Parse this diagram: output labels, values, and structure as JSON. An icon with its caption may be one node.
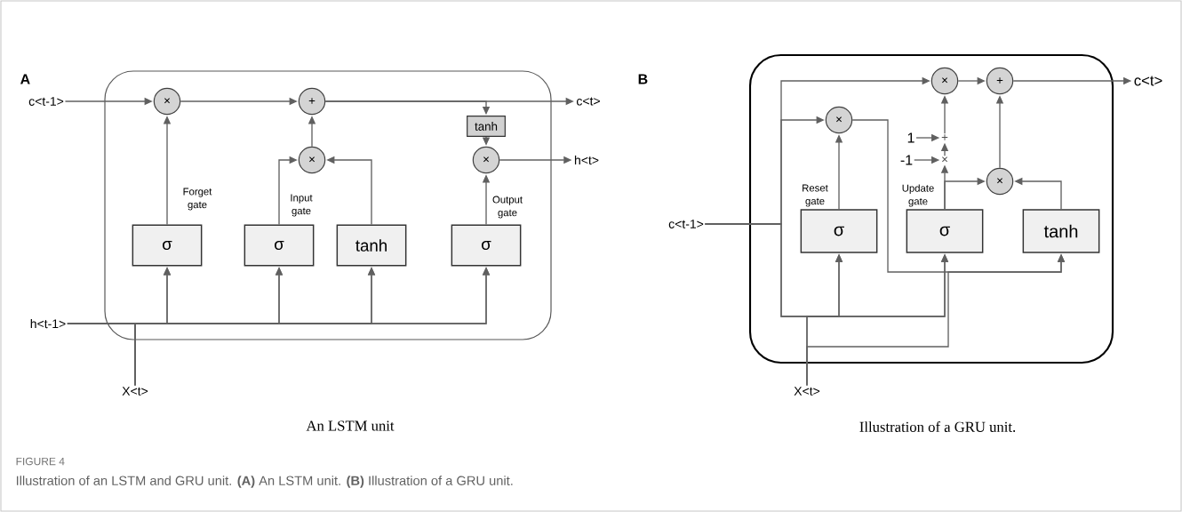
{
  "diagram": {
    "caption": "Illustration of an LSTM and GRU unit. **(A)** An LSTM unit. **(B)** Illustration of a GRU unit.",
    "nodes": [
      {
        "text": [],
        "shape": "box"
      },
      {
        "text": [
          "c<t-1>"
        ]
      },
      {
        "text": [
          "×"
        ],
        "in": 0
      },
      {
        "text": [
          "+"
        ],
        "in": 0
      },
      {
        "text": [
          "tanh"
        ],
        "in": 0
      },
      {
        "text": [
          "×"
        ],
        "in": 0
      },
      {
        "text": [
          "×"
        ],
        "in": 0
      },
      {
        "text": [
          "σ"
        ],
        "beside": [
          "Forget gate"
        ],
        "in": 0
      },
      {
        "text": [
          "σ"
        ],
        "beside": [
          "Input gate"
        ],
        "in": 0
      },
      {
        "text": [
          "tanh"
        ],
        "in": 0
      },
      {
        "text": [
          "σ"
        ],
        "beside": [
          "Output gate"
        ],
        "in": 0
      },
      {
        "text": [
          "h<t-1>"
        ]
      },
      {
        "text": [
          "X<t>"
        ]
      },
      {
        "text": [
          "c<t>"
        ]
      },
      {
        "text": [
          "h<t>"
        ]
      },
      {
        "text": [],
        "shape": "box"
      },
      {
        "text": [
          "×"
        ],
        "in": 15
      },
      {
        "text": [
          "+"
        ],
        "in": 15
      },
      {
        "text": [
          "×"
        ],
        "in": 15
      },
      {
        "text": [
          "1"
        ],
        "in": 15
      },
      {
        "text": [
          "+"
        ],
        "in": 15
      },
      {
        "text": [
          "-1"
        ],
        "in": 15
      },
      {
        "text": [
          "×"
        ],
        "in": 15
      },
      {
        "text": [
          "×"
        ],
        "in": 15
      },
      {
        "text": [
          "σ"
        ],
        "beside": [
          "Reset gate"
        ],
        "in": 15
      },
      {
        "text": [
          "σ"
        ],
        "beside": [
          "Update gate"
        ],
        "in": 15
      },
      {
        "text": [
          "tanh"
        ],
        "in": 15
      },
      {
        "text": [
          "c<t-1>"
        ]
      },
      {
        "text": [
          "X<t>"
        ]
      },
      {
        "text": [
          "c<t>"
        ]
      }
    ],
    "edges": [
      {
        "from": 1,
        "to": 2,
        "arrow": "to"
      },
      {
        "from": 2,
        "to": 3,
        "arrow": "to"
      },
      {
        "from": 3,
        "to": 13,
        "arrow": "to"
      },
      {
        "from": 3,
        "to": 4,
        "arrow": "to"
      },
      {
        "from": 4,
        "to": 5,
        "arrow": "to"
      },
      {
        "from": 5,
        "to": 14,
        "arrow": "to"
      },
      {
        "from": 6,
        "to": 3,
        "arrow": "to"
      },
      {
        "from": 8,
        "to": 6,
        "arrow": "to"
      },
      {
        "from": 9,
        "to": 6,
        "arrow": "to"
      },
      {
        "from": 7,
        "to": 2,
        "arrow": "to"
      },
      {
        "from": 10,
        "to": 5,
        "arrow": "to"
      },
      {
        "from": 11,
        "to": 7,
        "arrow": "to"
      },
      {
        "from": 11,
        "to": 8,
        "arrow": "to"
      },
      {
        "from": 11,
        "to": 9,
        "arrow": "to"
      },
      {
        "from": 11,
        "to": 10,
        "arrow": "to"
      },
      {
        "from": 12,
        "to": 7,
        "arrow": "to"
      },
      {
        "from": 12,
        "to": 8,
        "arrow": "to"
      },
      {
        "from": 12,
        "to": 9,
        "arrow": "to"
      },
      {
        "from": 12,
        "to": 10,
        "arrow": "to"
      },
      {
        "from": 27,
        "to": 16,
        "arrow": "to"
      },
      {
        "from": 27,
        "to": 18,
        "arrow": "to"
      },
      {
        "from": 27,
        "to": 24,
        "arrow": "to"
      },
      {
        "from": 27,
        "to": 25,
        "arrow": "to"
      },
      {
        "from": 28,
        "to": 24,
        "arrow": "to"
      },
      {
        "from": 28,
        "to": 25,
        "arrow": "to"
      },
      {
        "from": 28,
        "to": 26,
        "arrow": "to"
      },
      {
        "from": 18,
        "to": 26,
        "arrow": "to"
      },
      {
        "from": 24,
        "to": 18,
        "arrow": "to"
      },
      {
        "from": 25,
        "to": 22,
        "arrow": "to"
      },
      {
        "from": 22,
        "to": 20,
        "arrow": "to"
      },
      {
        "from": 20,
        "to": 16,
        "arrow": "to"
      },
      {
        "from": 19,
        "to": 20,
        "arrow": "to"
      },
      {
        "from": 21,
        "to": 22,
        "arrow": "to"
      },
      {
        "from": 25,
        "to": 23,
        "arrow": "to"
      },
      {
        "from": 26,
        "to": 23,
        "arrow": "to"
      },
      {
        "from": 23,
        "to": 17,
        "arrow": "to"
      },
      {
        "from": 16,
        "to": 17,
        "arrow": "to"
      },
      {
        "from": 17,
        "to": 29,
        "arrow": "to"
      }
    ],
    "labels": [
      "A",
      "B",
      "An LSTM unit",
      "Illustration of a GRU unit.",
      "FIGURE 4"
    ]
  }
}
